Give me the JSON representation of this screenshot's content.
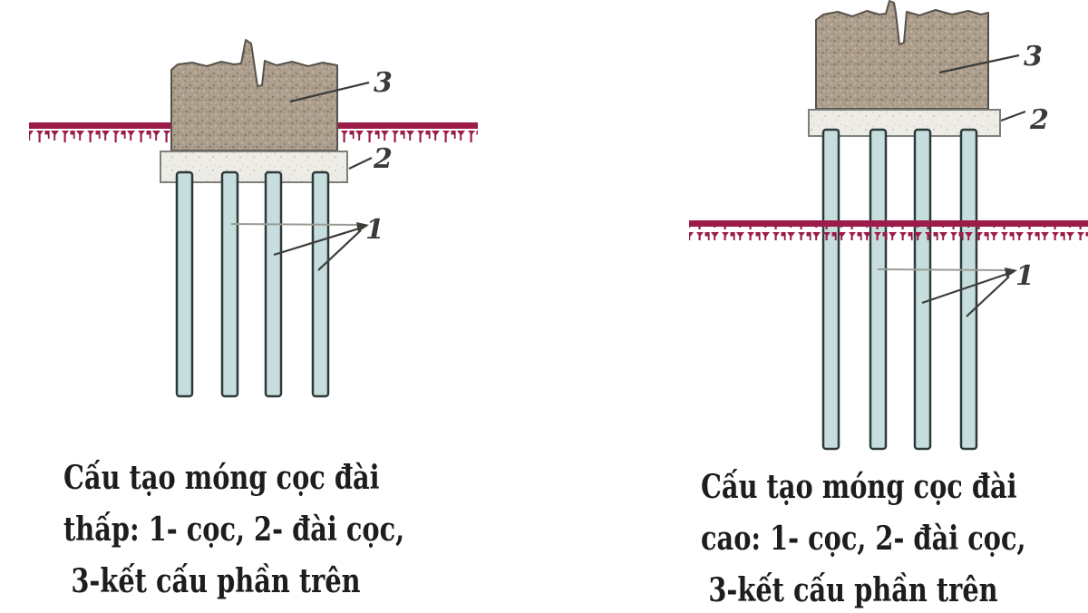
{
  "colors": {
    "background": "#ffffff",
    "ground_line": "#9c1c49",
    "superstructure_fill": "#ad9e8e",
    "superstructure_outline": "#55524a",
    "pile_cap_fill": "#edece7",
    "pile_cap_outline": "#7f7f79",
    "pile_fill": "#c6dedd",
    "pile_outline": "#2d3a3a",
    "leader_dark": "#3c3c38",
    "leader_gray": "#9b9b95",
    "caption_text": "#1d1d1b"
  },
  "diagrams": {
    "left": {
      "labels": {
        "pile": "1",
        "pile_cap": "2",
        "superstructure": "3"
      },
      "caption_lines": {
        "0": "Cấu tạo móng cọc đài",
        "1": "thấp: 1- cọc, 2- đài cọc,",
        "2": "3-kết cấu phần trên"
      }
    },
    "right": {
      "labels": {
        "pile": "1",
        "pile_cap": "2",
        "superstructure": "3"
      },
      "caption_lines": {
        "0": "Cấu tạo móng cọc đài",
        "1": "cao: 1- cọc, 2- đài cọc,",
        "2": "3-kết cấu phần trên"
      }
    }
  }
}
